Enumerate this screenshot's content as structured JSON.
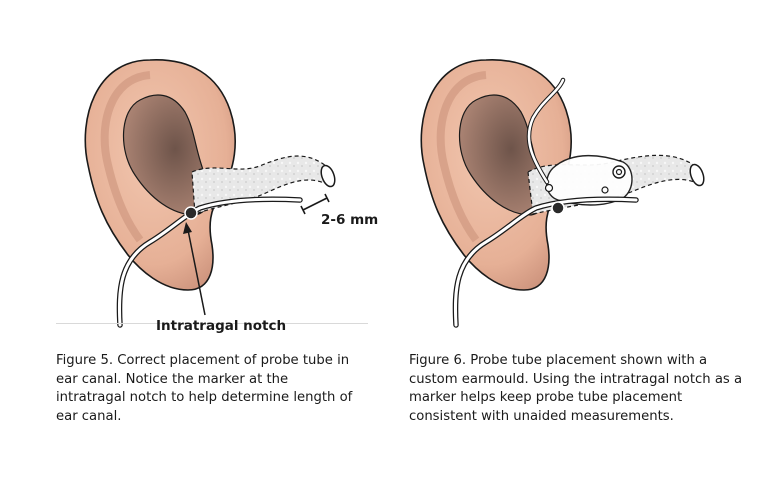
{
  "figure5": {
    "callout_notch": "Intratragal notch",
    "callout_distance": "2-6 mm",
    "caption": "Figure 5. Correct placement of probe tube in ear canal. Notice the marker at the intratragal notch to help determine length of ear canal."
  },
  "figure6": {
    "caption": "Figure 6. Probe tube placement shown with a custom earmould. Using the intratragal notch as a marker helps keep probe tube placement consistent with unaided measurements."
  },
  "colors": {
    "skin": "#eab89f",
    "skin_shadow": "#c98f79",
    "concha": "#8a6a5e",
    "canal_fill": "#e6e6e6",
    "tube": "#ffffff",
    "outline": "#1a1a1a"
  }
}
